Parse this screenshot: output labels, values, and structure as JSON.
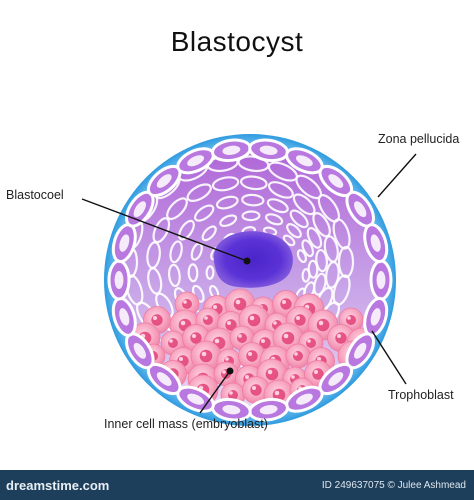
{
  "title": "Blastocyst",
  "labels": {
    "zona": "Zona pellucida",
    "blastocoel": "Blastocoel",
    "trophoblast": "Trophoblast",
    "icm": "Inner cell mass (embryoblast)"
  },
  "footer": {
    "brand": "dreamstime.com",
    "id_text": "ID 249637075 © Julee Ashmead"
  },
  "colors": {
    "zona_outer": "#2f9be0",
    "zona_inner": "#bfe6fb",
    "trophoblast_purple": "#a25ad4",
    "blastocoel_dark": "#5b32d6",
    "icm_pink": "#f59ab8",
    "nucleus": "#e23f77",
    "footer_bg": "#1d3f5c"
  }
}
